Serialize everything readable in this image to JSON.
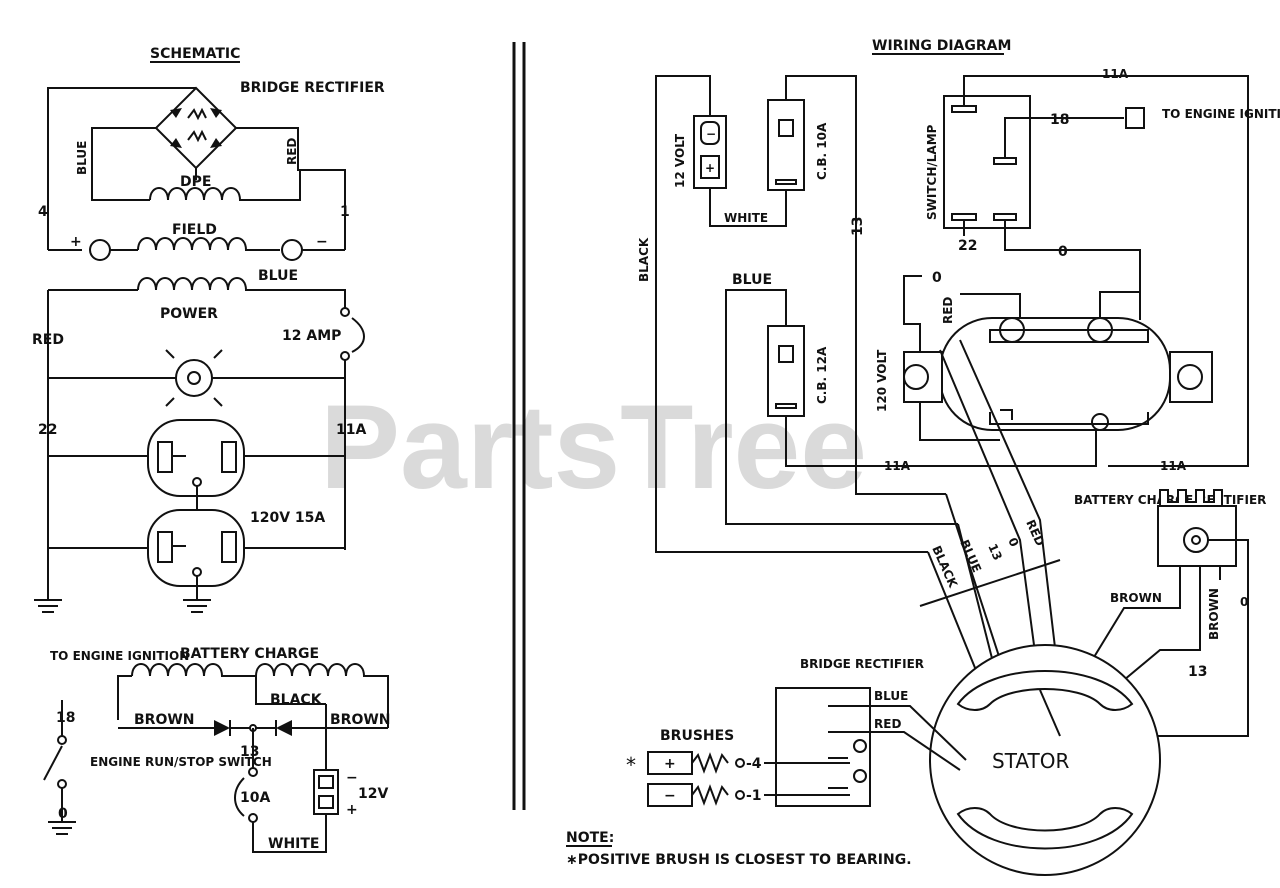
{
  "schematic": {
    "title": "SCHEMATIC",
    "bridge_rectifier": "BRIDGE RECTIFIER",
    "blue": "BLUE",
    "red": "RED",
    "dpe": "DPE",
    "field": "FIELD",
    "n4": "4",
    "n1": "1",
    "plus": "+",
    "minus": "−",
    "blue2": "BLUE",
    "power": "POWER",
    "red2": "RED",
    "amp12": "12 AMP",
    "n22": "22",
    "n11a": "11A",
    "outlet_rating": "120V 15A",
    "to_engine_ignition": "TO ENGINE IGNITION",
    "n18": "18",
    "engine_switch": "ENGINE RUN/STOP SWITCH",
    "n0": "0",
    "battery_charge": "BATTERY CHARGE",
    "black": "BLACK",
    "brown_l": "BROWN",
    "brown_r": "BROWN",
    "n13": "13",
    "cb10a": "10A",
    "white": "WHITE",
    "v12": "12V",
    "bat_minus": "−",
    "bat_plus": "+"
  },
  "wiring": {
    "title": "WIRING DIAGRAM",
    "n11a_top": "11A",
    "n18": "18",
    "to_engine_ignition": "TO ENGINE IGNITION",
    "switch_lamp": "SWITCH/LAMP",
    "n22": "22",
    "n0": "0",
    "black": "BLACK",
    "volt12": "12 VOLT",
    "bat_minus": "−",
    "bat_plus": "+",
    "white": "WHITE",
    "cb10a": "C.B. 10A",
    "n13": "13",
    "blue": "BLUE",
    "cb12a": "C.B. 12A",
    "red": "RED",
    "n0b": "0",
    "volt120": "120 VOLT",
    "n11a_mid": "11A",
    "n11a_right": "11A",
    "battery_charge_rectifier": "BATTERY CHARGE RECTIFIER",
    "bundle_black": "BLACK",
    "bundle_blue": "BLUE",
    "bundle_13": "13",
    "bundle_0": "0",
    "bundle_red": "RED",
    "brown": "BROWN",
    "brown2": "BROWN",
    "n0c": "0",
    "n13b": "13",
    "bridge_rectifier": "BRIDGE RECTIFIER",
    "rect_blue": "BLUE",
    "rect_red": "RED",
    "brushes": "BRUSHES",
    "asterisk": "*",
    "brush_plus": "+",
    "brush_minus": "−",
    "brush_4": "-4",
    "brush_1": "-1",
    "stator": "STATOR"
  },
  "note": {
    "label": "NOTE:",
    "text": "∗POSITIVE BRUSH IS CLOSEST TO BEARING."
  },
  "watermark": "PartsTree"
}
